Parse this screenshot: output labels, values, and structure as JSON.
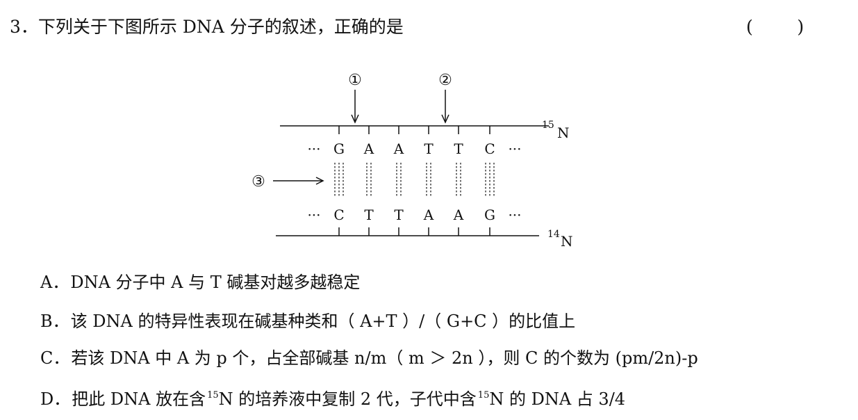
{
  "question": {
    "number": "3",
    "stem": "3．下列关于下图所示 DNA 分子的叙述，正确的是",
    "answer_paren": "(        )"
  },
  "figure": {
    "marker_1": "①",
    "marker_2": "②",
    "marker_3": "③",
    "top_strand": {
      "isotope_mass": "15",
      "isotope_element": "N",
      "bases": [
        "G",
        "A",
        "A",
        "T",
        "T",
        "C"
      ]
    },
    "bottom_strand": {
      "isotope_mass": "14",
      "isotope_element": "N",
      "bases": [
        "C",
        "T",
        "T",
        "A",
        "A",
        "G"
      ]
    },
    "base_pair_bonds": [
      3,
      2,
      2,
      2,
      2,
      3
    ],
    "ellipsis_left": "···",
    "ellipsis_right": "···"
  },
  "options": [
    {
      "letter": "A．",
      "text": "DNA 分子中 A 与 T 碱基对越多越稳定"
    },
    {
      "letter": "B．",
      "text": "该 DNA 的特异性表现在碱基种类和（ A+T ）/（ G+C ）的比值上"
    },
    {
      "letter": "C．",
      "text": "若该 DNA 中 A 为 p 个，占全部碱基 n/m（ m ＞ 2n ），则 C 的个数为 (pm/2n)-p"
    },
    {
      "letter": "D．",
      "text_1": "把此 DNA 放在含",
      "sup_1": "15",
      "text_2": "N 的培养液中复制 2 代，子代中含",
      "sup_2": "15",
      "text_3": "N 的 DNA 占 3/4"
    }
  ]
}
